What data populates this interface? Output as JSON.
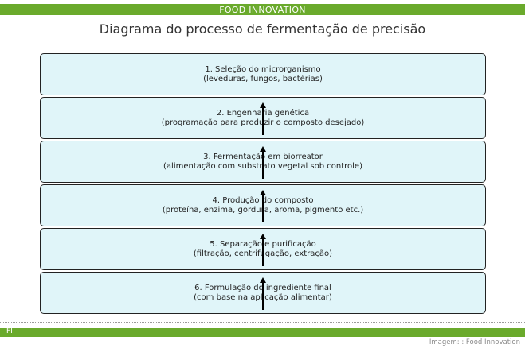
{
  "header": {
    "brand": "FOOD INNOVATION"
  },
  "title": "Diagrama do processo de fermentação de precisão",
  "steps": [
    {
      "line1": "1. Seleção do microrganismo",
      "line2": "(leveduras, fungos, bactérias)"
    },
    {
      "line1": "2. Engenharia genética",
      "line2": "(programação para produzir o composto desejado)"
    },
    {
      "line1": "3. Fermentação em biorreator",
      "line2": "(alimentação com substrato vegetal sob controle)"
    },
    {
      "line1": "4. Produção do composto",
      "line2": "(proteína, enzima, gordura, aroma, pigmento etc.)"
    },
    {
      "line1": "5. Separação e purificação",
      "line2": "(filtração, centrifugação, extração)"
    },
    {
      "line1": "6. Formulação do ingrediente final",
      "line2": "(com base na aplicação alimentar)"
    }
  ],
  "footer": {
    "initials": "FI",
    "credit": "Imagem: : Food Innovation"
  },
  "colors": {
    "accent": "#6aaa2c",
    "box_fill": "#e0f5f9",
    "box_border": "#222222"
  }
}
